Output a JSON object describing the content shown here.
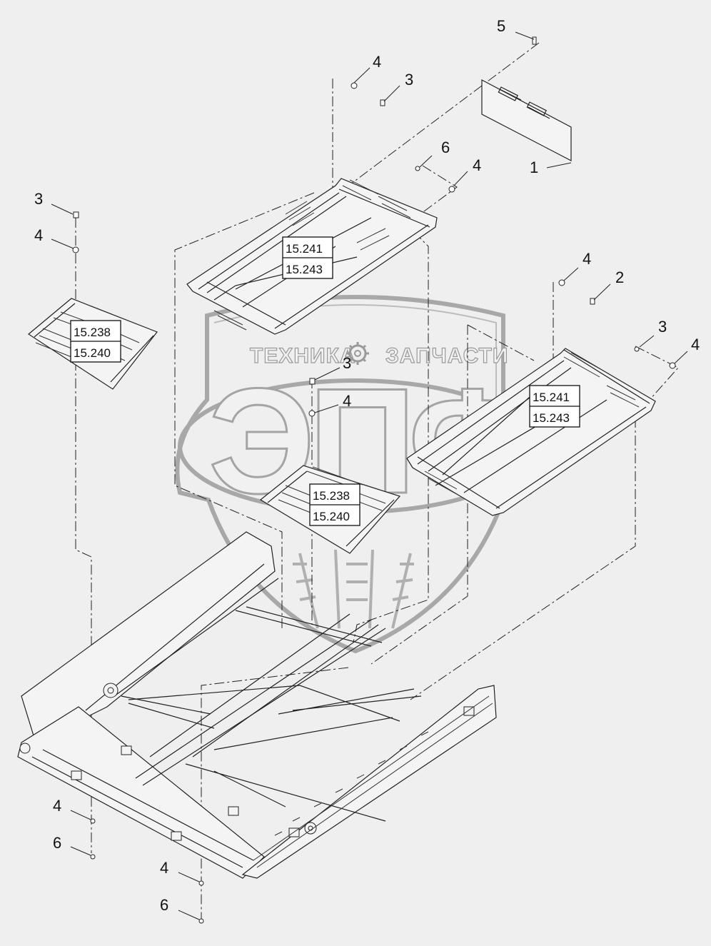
{
  "watermark": {
    "line1_left": "ТЕХНИКА",
    "line1_right": "ЗАПЧАСТИ",
    "letters": [
      "Э",
      "П",
      "Ф"
    ]
  },
  "callouts": {
    "c5_top": "5",
    "c4_top": "4",
    "c3_top": "3",
    "c1_shield": "1",
    "c6_upper": "6",
    "c4_upper": "4",
    "c3_left": "3",
    "c4_left": "4",
    "c4_right": "4",
    "c2_right": "2",
    "c3_right": "3",
    "c4_far_right": "4",
    "c3_center": "3",
    "c4_center": "4",
    "c4_bottom_left": "4",
    "c6_bottom_left": "6",
    "c4_bottom_mid": "4",
    "c6_bottom_mid": "6"
  },
  "references": {
    "upper_frame": [
      "15.241",
      "15.243"
    ],
    "left_sieve": [
      "15.238",
      "15.240"
    ],
    "center_sieve": [
      "15.238",
      "15.240"
    ],
    "right_frame": [
      "15.241",
      "15.243"
    ]
  }
}
